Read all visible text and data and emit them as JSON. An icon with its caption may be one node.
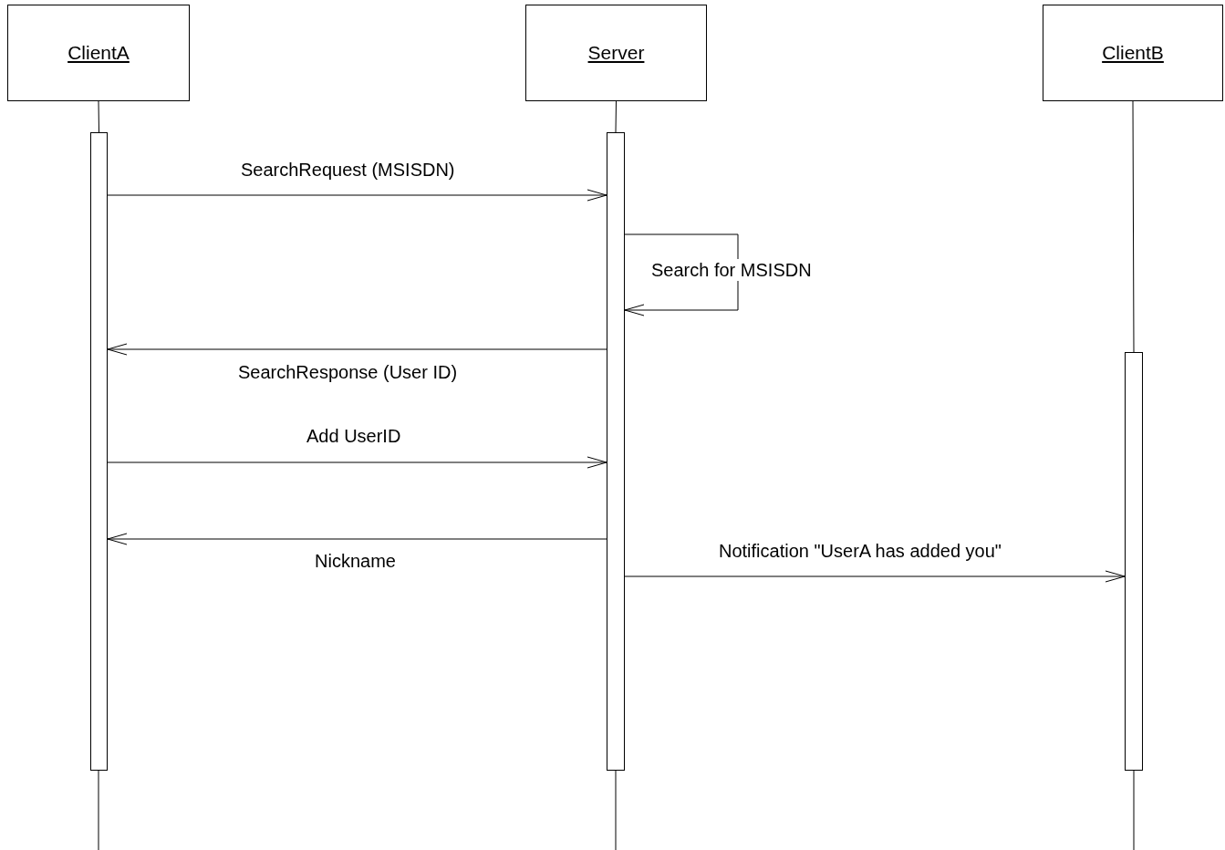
{
  "diagram": {
    "nodes": [
      {
        "text": [
          "ClientA"
        ]
      },
      {
        "text": [
          "Server"
        ]
      },
      {
        "text": [
          "ClientB"
        ]
      },
      {
        "text": [],
        "shape": "bar"
      },
      {
        "text": [],
        "shape": "bar"
      },
      {
        "text": [],
        "shape": "bar"
      }
    ],
    "edges": [
      {
        "from": 0,
        "to": 3,
        "arrow": "none"
      },
      {
        "from": 1,
        "to": 4,
        "arrow": "none"
      },
      {
        "from": 2,
        "to": 5,
        "arrow": "none"
      },
      {
        "from": 3,
        "to": 4,
        "arrow": "to",
        "label": "SearchRequest (MSISDN)"
      },
      {
        "from": 4,
        "to": 4,
        "arrow": "to",
        "label": "Search for MSISDN"
      },
      {
        "from": 4,
        "to": 3,
        "arrow": "to",
        "label": "SearchResponse (User ID)"
      },
      {
        "from": 3,
        "to": 4,
        "arrow": "to",
        "label": "Add UserID"
      },
      {
        "from": 4,
        "to": 3,
        "arrow": "to",
        "label": "Nickname"
      },
      {
        "from": 4,
        "to": 5,
        "arrow": "to",
        "label": "Notification \"UserA has added you\""
      }
    ]
  }
}
